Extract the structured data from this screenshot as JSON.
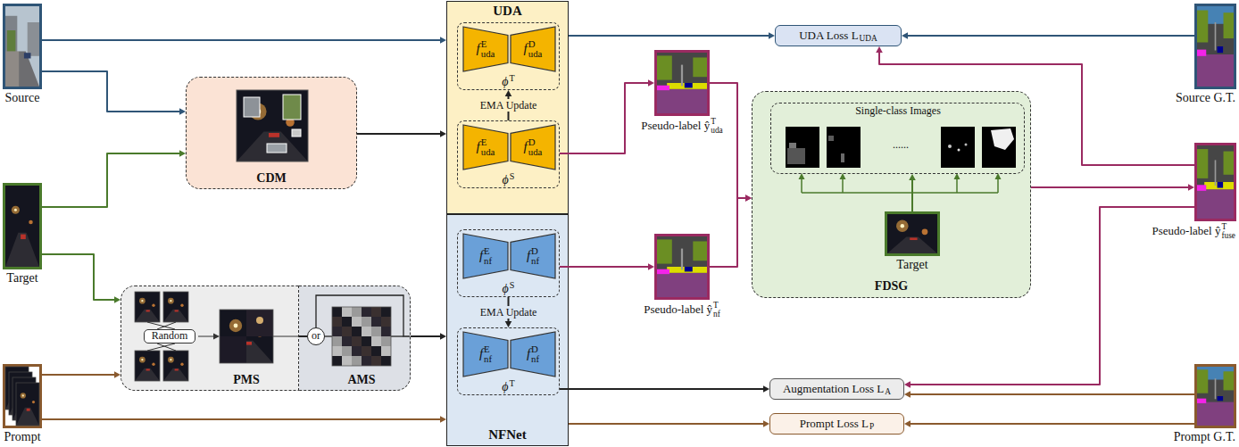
{
  "diagram": {
    "nodes": [
      {
        "text": [
          "Source"
        ]
      },
      {
        "text": [
          "Target"
        ]
      },
      {
        "text": [
          "Prompt"
        ]
      },
      {
        "text": [
          "CDM"
        ]
      },
      {
        "text": [
          "PMS"
        ]
      },
      {
        "text": [
          "Random"
        ],
        "in": 4
      },
      {
        "text": [
          "AMS"
        ]
      },
      {
        "text": [
          "or"
        ],
        "in": 6
      },
      {
        "text": [
          "UDA"
        ]
      },
      {
        "text": [
          "ϕ",
          "T"
        ],
        "in": 8
      },
      {
        "text": [
          "f",
          "E",
          "uda"
        ],
        "in": 9
      },
      {
        "text": [
          "f",
          "D",
          "uda"
        ],
        "in": 9
      },
      {
        "text": [
          "ϕ",
          "S"
        ],
        "in": 8
      },
      {
        "text": [
          "f",
          "E",
          "uda"
        ],
        "in": 12
      },
      {
        "text": [
          "f",
          "D",
          "uda"
        ],
        "in": 12
      },
      {
        "text": [
          "NFNet"
        ]
      },
      {
        "text": [
          "ϕ",
          "S"
        ],
        "in": 15
      },
      {
        "text": [
          "f",
          "E",
          "nf"
        ],
        "in": 16
      },
      {
        "text": [
          "f",
          "D",
          "nf"
        ],
        "in": 16
      },
      {
        "text": [
          "ϕ",
          "T"
        ],
        "in": 15
      },
      {
        "text": [
          "f",
          "E",
          "nf"
        ],
        "in": 19
      },
      {
        "text": [
          "f",
          "D",
          "nf"
        ],
        "in": 19
      },
      {
        "text": [
          "Pseudo-label ŷ",
          "T",
          "uda"
        ]
      },
      {
        "text": [
          "Pseudo-label ŷ",
          "T",
          "nf"
        ]
      },
      {
        "text": [
          "FDSG"
        ]
      },
      {
        "text": [
          "Single-class Images",
          "......"
        ],
        "in": 24
      },
      {
        "text": [
          "Target"
        ],
        "in": 24
      },
      {
        "text": [
          "UDA Loss L",
          "UDA"
        ]
      },
      {
        "text": [
          "Augmentation Loss L",
          "A"
        ]
      },
      {
        "text": [
          "Prompt Loss L",
          "P"
        ]
      },
      {
        "text": [
          "Source G.T."
        ]
      },
      {
        "text": [
          "Pseudo-label ŷ",
          "T",
          "fuse"
        ]
      },
      {
        "text": [
          "Prompt G.T."
        ]
      }
    ],
    "edges": [
      {
        "from": 0,
        "to": 8,
        "arrow": "to"
      },
      {
        "from": 0,
        "to": 3,
        "arrow": "to"
      },
      {
        "from": 1,
        "to": 3,
        "arrow": "to"
      },
      {
        "from": 3,
        "to": 8,
        "arrow": "to"
      },
      {
        "from": 1,
        "to": 4,
        "arrow": "to"
      },
      {
        "from": 2,
        "to": 4,
        "arrow": "to"
      },
      {
        "from": 4,
        "to": 7,
        "arrow": "none"
      },
      {
        "from": 6,
        "to": 15,
        "arrow": "to"
      },
      {
        "from": 2,
        "to": 15,
        "arrow": "to"
      },
      {
        "from": 8,
        "to": 27,
        "arrow": "to"
      },
      {
        "from": 12,
        "to": 9,
        "label": "EMA Update",
        "arrow": "to"
      },
      {
        "from": 16,
        "to": 19,
        "label": "EMA Update",
        "arrow": "to"
      },
      {
        "from": 12,
        "to": 22,
        "arrow": "to"
      },
      {
        "from": 16,
        "to": 23,
        "arrow": "to"
      },
      {
        "from": 22,
        "to": 24,
        "arrow": "to"
      },
      {
        "from": 23,
        "to": 24,
        "arrow": "to"
      },
      {
        "from": 24,
        "to": 31,
        "arrow": "to"
      },
      {
        "from": 31,
        "to": 27,
        "arrow": "to"
      },
      {
        "from": 30,
        "to": 27,
        "arrow": "to"
      },
      {
        "from": 31,
        "to": 28,
        "arrow": "to"
      },
      {
        "from": 19,
        "to": 28,
        "arrow": "to"
      },
      {
        "from": 15,
        "to": 29,
        "arrow": "to"
      },
      {
        "from": 32,
        "to": 28,
        "arrow": "to"
      },
      {
        "from": 32,
        "to": 29,
        "arrow": "to"
      },
      {
        "from": 26,
        "to": 25,
        "arrow": "to"
      }
    ]
  }
}
